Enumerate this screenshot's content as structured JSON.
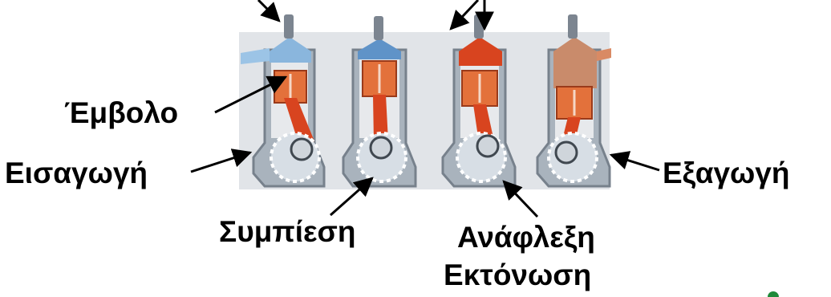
{
  "labels": {
    "piston": "Έμβολο",
    "intake": "Εισαγωγή",
    "exhaust": "Εξαγωγή",
    "compression": "Συμπίεση",
    "ignition": "Ανάφλεξη",
    "expansion": "Εκτόνωση"
  },
  "colors": {
    "cylinder_body": "#a9b3bd",
    "cylinder_wall": "#77818c",
    "combustion_red": "#d8441f",
    "piston_orange": "#e3713b",
    "intake_mixture": "#8ab6dd",
    "crank_disc": "#d7dee5",
    "background_panel": "#c6cad0",
    "arrow": "#000000",
    "corner_mark": "#1f8a3a"
  },
  "icons": [
    "four-stroke-engine-illustration",
    "pointer-arrow"
  ]
}
